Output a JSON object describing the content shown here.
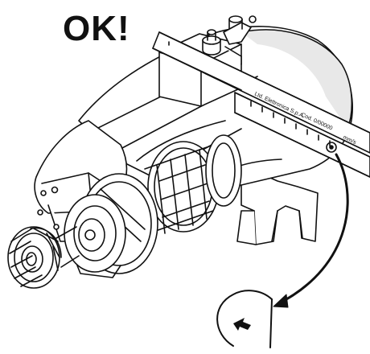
{
  "figure": {
    "status_label": "OK!",
    "ruler_brand_text": "Ltd. Elettronica S.p.A.",
    "ruler_code_text": "Cod. 0/00000",
    "ruler_end_text": "mm/s",
    "colors": {
      "ink": "#111111",
      "paper": "#ffffff",
      "shade": "#d9d9d9"
    }
  }
}
